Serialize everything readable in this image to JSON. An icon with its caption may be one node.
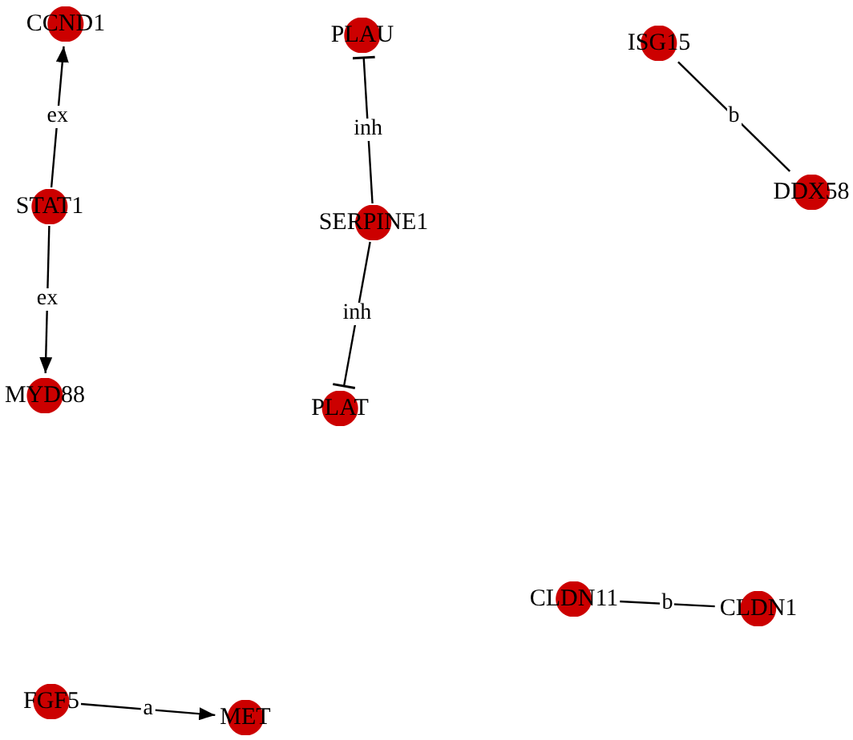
{
  "diagram": {
    "nodes": [
      {
        "text": [
          "CCND1"
        ]
      },
      {
        "text": [
          "STAT1"
        ]
      },
      {
        "text": [
          "MYD88"
        ]
      },
      {
        "text": [
          "PLAU"
        ]
      },
      {
        "text": [
          "SERPINE1"
        ]
      },
      {
        "text": [
          "PLAT"
        ]
      },
      {
        "text": [
          "ISG15"
        ]
      },
      {
        "text": [
          "DDX58"
        ]
      },
      {
        "text": [
          "CLDN11"
        ]
      },
      {
        "text": [
          "CLDN1"
        ]
      },
      {
        "text": [
          "FGF5"
        ]
      },
      {
        "text": [
          "MET"
        ]
      }
    ],
    "edges": [
      {
        "from": 1,
        "to": 0,
        "arrow": "to",
        "label": "ex"
      },
      {
        "from": 1,
        "to": 2,
        "arrow": "to",
        "label": "ex"
      },
      {
        "from": 4,
        "to": 3,
        "arrow": "other",
        "label": "inh"
      },
      {
        "from": 4,
        "to": 5,
        "arrow": "other",
        "label": "inh"
      },
      {
        "from": 6,
        "to": 7,
        "arrow": "none",
        "label": "b"
      },
      {
        "from": 8,
        "to": 9,
        "arrow": "none",
        "label": "b"
      },
      {
        "from": 10,
        "to": 11,
        "arrow": "to",
        "label": "a"
      }
    ]
  }
}
